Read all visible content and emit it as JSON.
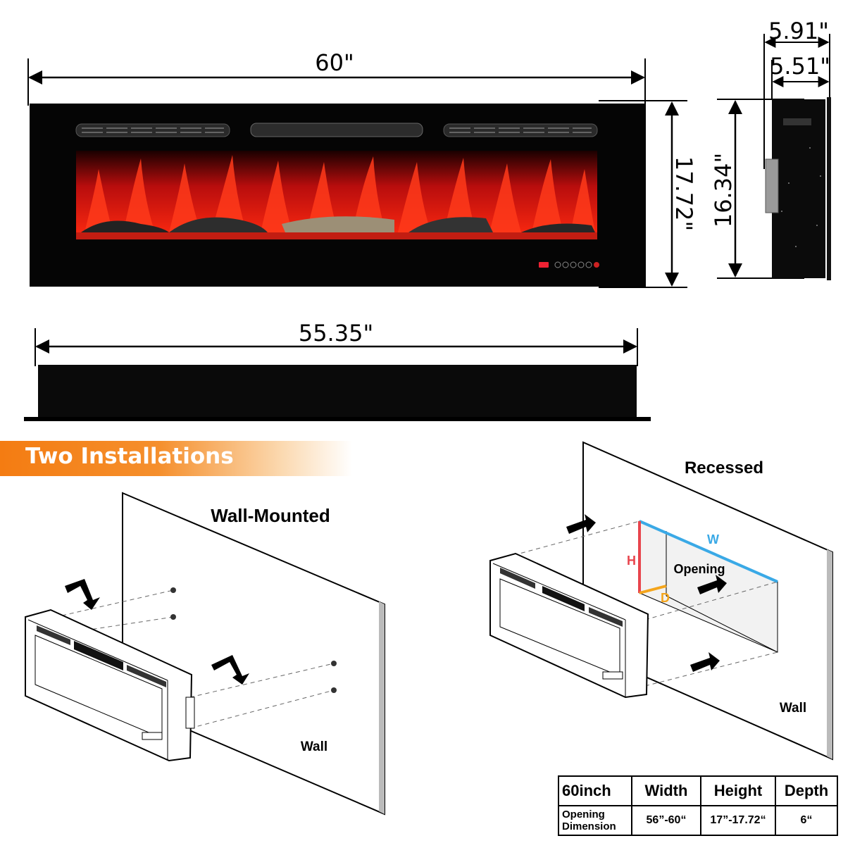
{
  "dimensions": {
    "front_width": "60\"",
    "front_height": "17.72\"",
    "side_height": "16.34\"",
    "depth_outer": "5.91\"",
    "depth_inner": "5.51\"",
    "bottom_width": "55.35\""
  },
  "section_title": "Two Installations",
  "wall_mounted": {
    "title": "Wall-Mounted",
    "wall_label": "Wall"
  },
  "recessed": {
    "title": "Recessed",
    "opening_label": "Opening",
    "wall_label": "Wall",
    "h_label": "H",
    "w_label": "W",
    "d_label": "D"
  },
  "colors": {
    "banner": "#f47c12",
    "flame": "#d61a1a",
    "w_line": "#3aa9e6",
    "h_line": "#e8454d",
    "d_line": "#f4a51c"
  },
  "spec_table": {
    "headers": [
      "60inch",
      "Width",
      "Height",
      "Depth"
    ],
    "row_label": "Opening Dimension",
    "row_values": [
      "56”-60“",
      "17”-17.72“",
      "6“"
    ]
  }
}
